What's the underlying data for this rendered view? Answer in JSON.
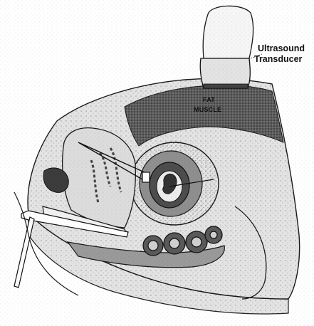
{
  "labels": {
    "transducer_line1": "Ultrasound",
    "transducer_line2": "Transducer",
    "fat": "FAT",
    "muscle": "MUSCLE"
  },
  "colors": {
    "ink": "#1a1a1a",
    "dark_tissue": "#6f6f6f",
    "mid_tissue": "#a7a7a7",
    "light_tissue": "#d7d7d7",
    "paper": "#ffffff"
  }
}
